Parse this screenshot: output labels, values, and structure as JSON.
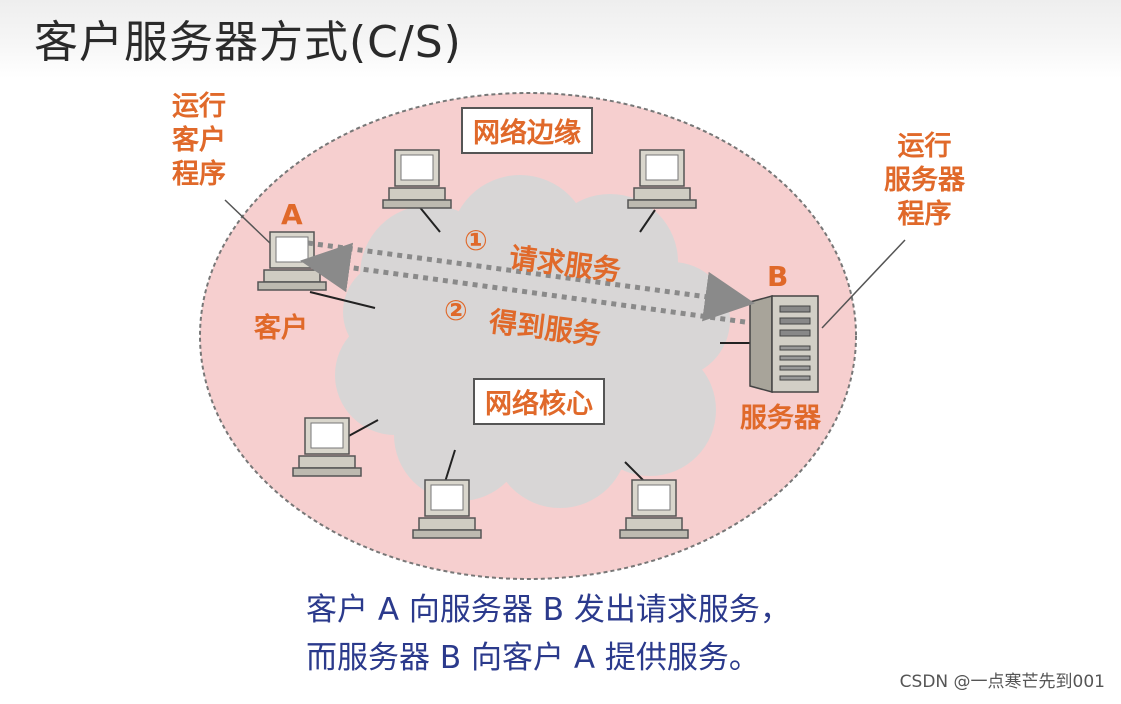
{
  "title": "客户服务器方式(C/S)",
  "labels": {
    "network_edge": "网络边缘",
    "network_core": "网络核心",
    "client_program": [
      "运行",
      "客户",
      "程序"
    ],
    "server_program": [
      "运行",
      "服务器",
      "程序"
    ],
    "node_a": "A",
    "node_b": "B",
    "client": "客户",
    "server": "服务器",
    "step1_num": "①",
    "step1_text": "请求服务",
    "step2_num": "②",
    "step2_text": "得到服务"
  },
  "caption": {
    "line1": "客户 A 向服务器 B 发出请求服务，",
    "line2": "而服务器 B 向客户 A 提供服务。"
  },
  "watermark": "CSDN @一点寒芒先到001",
  "colors": {
    "ellipse_fill": "#f6cfcf",
    "cloud_fill": "#d8d6d6",
    "label_orange": "#e0692a",
    "caption_blue": "#2b3a8c",
    "arrow_gray": "#8a8a8a"
  }
}
